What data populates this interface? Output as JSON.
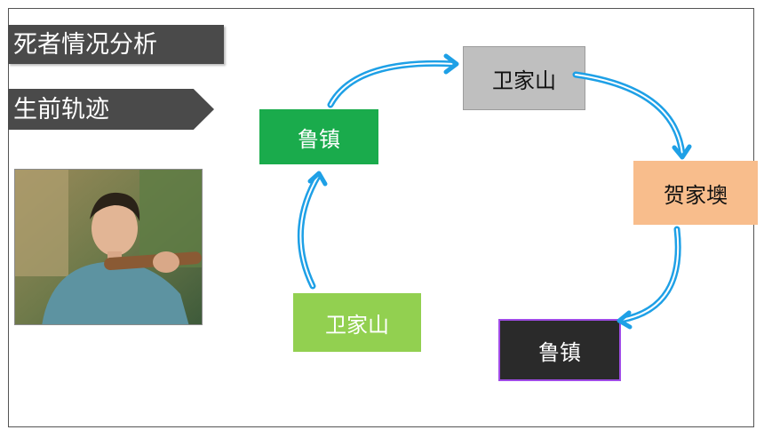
{
  "title": "死者情况分析",
  "subtitle": "生前轨迹",
  "photo": {
    "description": ""
  },
  "colors": {
    "banner": "#4a4a4a",
    "arrow": "#1ea0e6"
  },
  "nodes": [
    {
      "id": "n1",
      "label": "鲁镇",
      "bg": "#1aab4c",
      "color": "#ffffff",
      "border": "none"
    },
    {
      "id": "n2",
      "label": "卫家山",
      "bg": "#bfbfbf",
      "color": "#111111",
      "border": "1px solid #9c9c9c"
    },
    {
      "id": "n3",
      "label": "贺家墺",
      "bg": "#f8bd8c",
      "color": "#111111",
      "border": "none"
    },
    {
      "id": "n4",
      "label": "鲁镇",
      "bg": "#2a2a2a",
      "color": "#ffffff",
      "border": "2px solid #a04ce6"
    },
    {
      "id": "n5",
      "label": "卫家山",
      "bg": "#92d050",
      "color": "#ffffff",
      "border": "none"
    }
  ]
}
